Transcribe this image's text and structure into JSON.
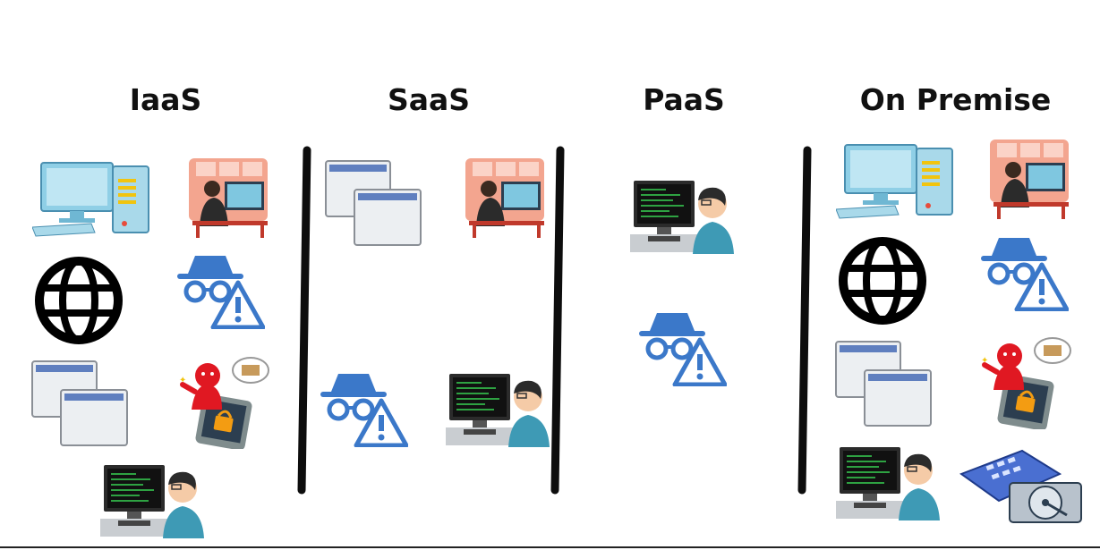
{
  "headings": {
    "iaas": "IaaS",
    "saas": "SaaS",
    "paas": "PaaS",
    "on_premise": "On Premise"
  },
  "columns": [
    {
      "heading": "IaaS",
      "icons": [
        "desktop-computer-icon",
        "office-worker-icon",
        "globe-icon",
        "spy-warning-icon",
        "app-windows-icon",
        "hacker-phone-icon",
        "developer-coding-icon"
      ]
    },
    {
      "heading": "SaaS",
      "icons": [
        "app-windows-icon",
        "office-worker-icon",
        "spy-warning-icon",
        "developer-coding-icon"
      ]
    },
    {
      "heading": "PaaS",
      "icons": [
        "developer-coding-icon",
        "spy-warning-icon"
      ]
    },
    {
      "heading": "On Premise",
      "icons": [
        "desktop-computer-icon",
        "office-worker-icon",
        "globe-icon",
        "spy-warning-icon",
        "app-windows-icon",
        "hacker-phone-icon",
        "developer-coding-icon",
        "keyboard-harddisk-icon"
      ]
    }
  ],
  "colors": {
    "divider": "#0d0d0d",
    "monitor_blue": "#8fcfe6",
    "spy_blue": "#3b78c9",
    "hacker_red": "#e01822",
    "terminal_green": "#39d353",
    "worker_bg": "#f3a58f"
  }
}
